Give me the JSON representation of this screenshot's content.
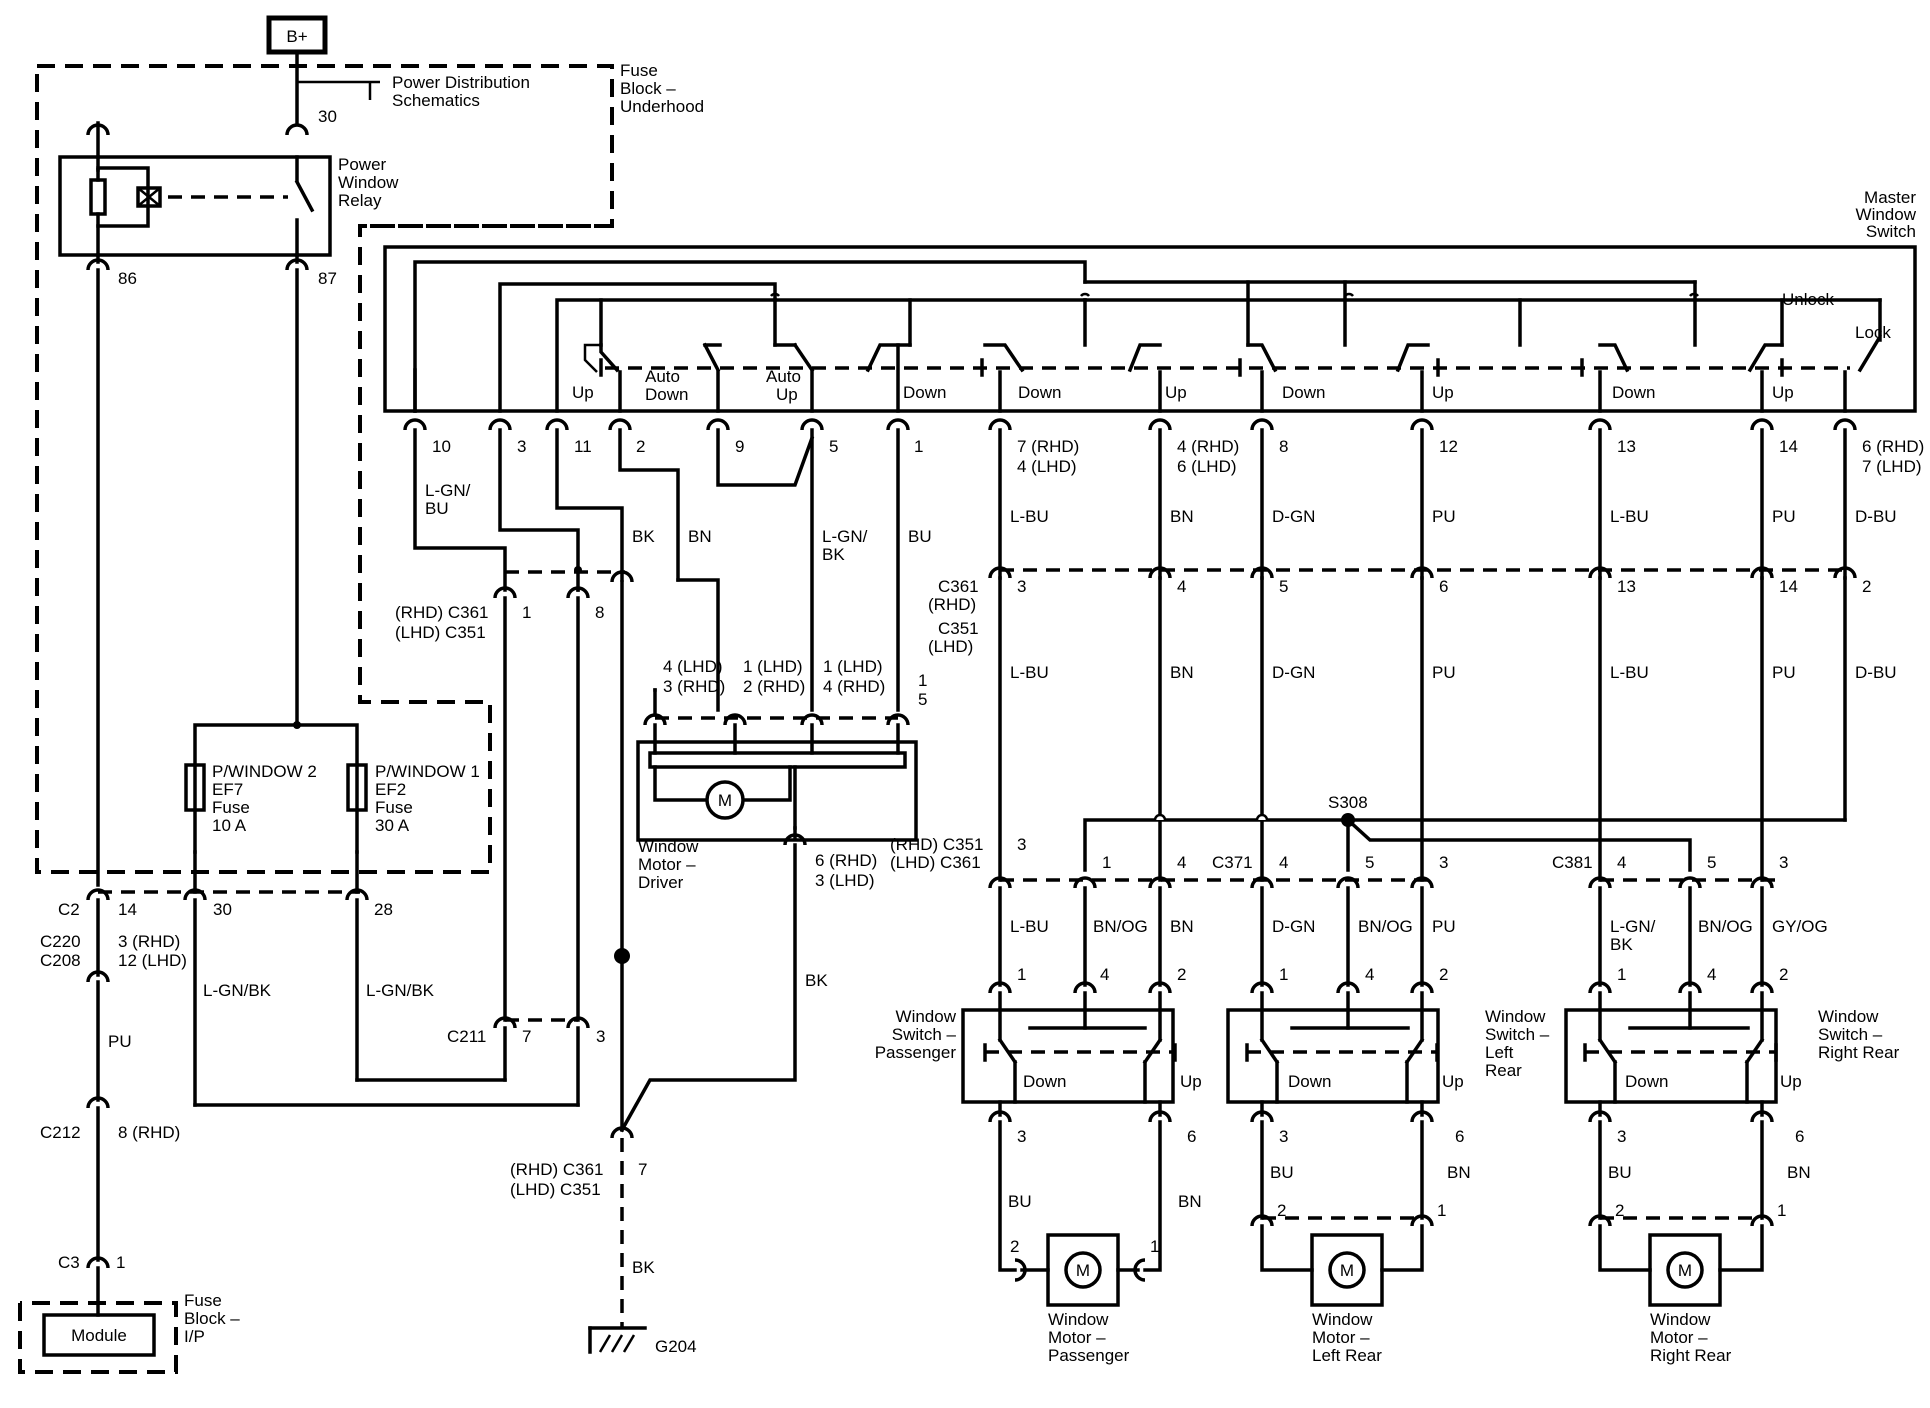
{
  "supply": "B+",
  "top": {
    "power_dist": [
      "Power Distribution",
      "Schematics"
    ],
    "fuse_block_uh": [
      "Fuse",
      "Block –",
      "Underhood"
    ],
    "relay_name": [
      "Power",
      "Window",
      "Relay"
    ],
    "relay_pins": [
      "30",
      "86",
      "87"
    ]
  },
  "master": {
    "name": [
      "Master",
      "Window",
      "Switch"
    ],
    "unlock": "Unlock",
    "lock": "Lock",
    "contacts": [
      "Up",
      "Auto",
      "Down",
      "Auto",
      "Up",
      "Down",
      "Down",
      "Up",
      "Down",
      "Up",
      "Down",
      "Up"
    ],
    "pins": [
      "10",
      "3",
      "11",
      "2",
      "9",
      "5",
      "1",
      "7 (RHD)",
      "4 (LHD)",
      "4 (RHD)",
      "6 (LHD)",
      "8",
      "12",
      "13",
      "14",
      "6 (RHD)",
      "7 (LHD)"
    ]
  },
  "wires_a": [
    "L-GN/",
    "BU",
    "BK",
    "BN",
    "L-GN/",
    "BK",
    "BU"
  ],
  "wires_b": [
    "L-BU",
    "BN",
    "D-GN",
    "PU",
    "L-BU",
    "PU",
    "D-BU"
  ],
  "c361": {
    "name": [
      "C361",
      "(RHD)",
      "C351",
      "(LHD)"
    ],
    "pins": [
      "3",
      "4",
      "5",
      "6",
      "13",
      "14",
      "2"
    ]
  },
  "wires_c": [
    "L-BU",
    "BN",
    "D-GN",
    "PU",
    "L-BU",
    "PU",
    "D-BU"
  ],
  "left_conn": {
    "name": [
      "(RHD) C361",
      "(LHD) C351"
    ],
    "pins": [
      "1",
      "8"
    ]
  },
  "driver_motor": {
    "pins": [
      "4 (LHD)",
      "3 (RHD)",
      "1 (LHD)",
      "2 (RHD)",
      "1 (LHD)",
      "4 (RHD)",
      "1",
      "5"
    ],
    "name": [
      "Window",
      "Motor –",
      "Driver"
    ],
    "out_pin": [
      "6 (RHD)",
      "3 (LHD)"
    ],
    "out_wire": "BK",
    "motor": "M"
  },
  "fuses": {
    "f2": [
      "P/WINDOW 2",
      "EF7",
      "Fuse",
      "10 A"
    ],
    "f1": [
      "P/WINDOW 1",
      "EF2",
      "Fuse",
      "30 A"
    ]
  },
  "bottom_left": {
    "c2": "C2",
    "c2_pins": [
      "14",
      "30",
      "28"
    ],
    "c220": [
      "C220",
      "C208"
    ],
    "c220_pins": [
      "3 (RHD)",
      "12 (LHD)"
    ],
    "pu": "PU",
    "lgnbk": [
      "L-GN/BK",
      "L-GN/BK"
    ],
    "c211": "C211",
    "c211_pins": [
      "7",
      "3"
    ],
    "c212": "C212",
    "c212_pin": "8 (RHD)",
    "c3": "C3",
    "c3_pin": "1",
    "module": "Module",
    "fuse_ip": [
      "Fuse",
      "Block –",
      "I/P"
    ],
    "bk": "BK"
  },
  "ground": {
    "conn": [
      "(RHD) C361",
      "(LHD) C351"
    ],
    "pin": "7",
    "wire": "BK",
    "name": "G204"
  },
  "mid_conn": {
    "name": [
      "(RHD) C351",
      "(LHD) C361"
    ],
    "pin_l": "3",
    "splice": "S308",
    "c371": "C371",
    "c381": "C381",
    "pins": [
      "1",
      "4",
      "4",
      "5",
      "3",
      "4",
      "5",
      "3"
    ]
  },
  "door_wires": [
    "L-BU",
    "BN/OG",
    "BN",
    "D-GN",
    "BN/OG",
    "PU",
    "L-GN/",
    "BK",
    "BN/OG",
    "GY/OG"
  ],
  "door_switches": [
    {
      "name": [
        "Window",
        "Switch –",
        "Passenger"
      ],
      "pins": [
        "1",
        "4",
        "2"
      ],
      "down": "Down",
      "up": "Up",
      "out": [
        "3",
        "6"
      ],
      "wires": [
        "BU",
        "BN"
      ],
      "mpins": [
        "2",
        "1"
      ],
      "motor": [
        "Window",
        "Motor –",
        "Passenger"
      ]
    },
    {
      "name": [
        "Window",
        "Switch –",
        "Left",
        "Rear"
      ],
      "pins": [
        "1",
        "4",
        "2"
      ],
      "down": "Down",
      "up": "Up",
      "out": [
        "3",
        "6"
      ],
      "wires": [
        "BU",
        "BN"
      ],
      "mpins": [
        "2",
        "1"
      ],
      "motor": [
        "Window",
        "Motor –",
        "Left Rear"
      ]
    },
    {
      "name": [
        "Window",
        "Switch –",
        "Right Rear"
      ],
      "pins": [
        "1",
        "4",
        "2"
      ],
      "down": "Down",
      "up": "Up",
      "out": [
        "3",
        "6"
      ],
      "wires": [
        "BU",
        "BN"
      ],
      "mpins": [
        "2",
        "1"
      ],
      "motor": [
        "Window",
        "Motor –",
        "Right Rear"
      ]
    }
  ],
  "motor_symbol": "M"
}
